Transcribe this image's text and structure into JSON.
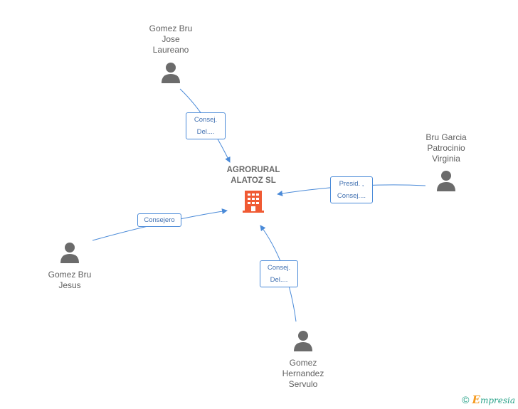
{
  "company": {
    "name": "AGRORURAL\nALATOZ SL",
    "icon": "building-icon",
    "color": "#f05a33"
  },
  "people": [
    {
      "id": "p1",
      "name": "Gomez Bru\nJose\nLaureano",
      "icon": "person-icon"
    },
    {
      "id": "p2",
      "name": "Bru Garcia\nPatrocinio\nVirginia",
      "icon": "person-icon"
    },
    {
      "id": "p3",
      "name": "Gomez Bru\nJesus",
      "icon": "person-icon"
    },
    {
      "id": "p4",
      "name": "Gomez\nHernandez\nServulo",
      "icon": "person-icon"
    }
  ],
  "relations": [
    {
      "from": "p1",
      "label": "Consej.\nDel...."
    },
    {
      "from": "p2",
      "label": "Presid. ,\nConsej...."
    },
    {
      "from": "p3",
      "label": "Consejero"
    },
    {
      "from": "p4",
      "label": "Consej.\nDel...."
    }
  ],
  "colors": {
    "edge": "#4a8ad8",
    "person": "#6b6b6b",
    "text": "#5f5f5f"
  },
  "footer": {
    "copyright": "©",
    "brand_initial": "E",
    "brand_rest": "mpresia"
  }
}
